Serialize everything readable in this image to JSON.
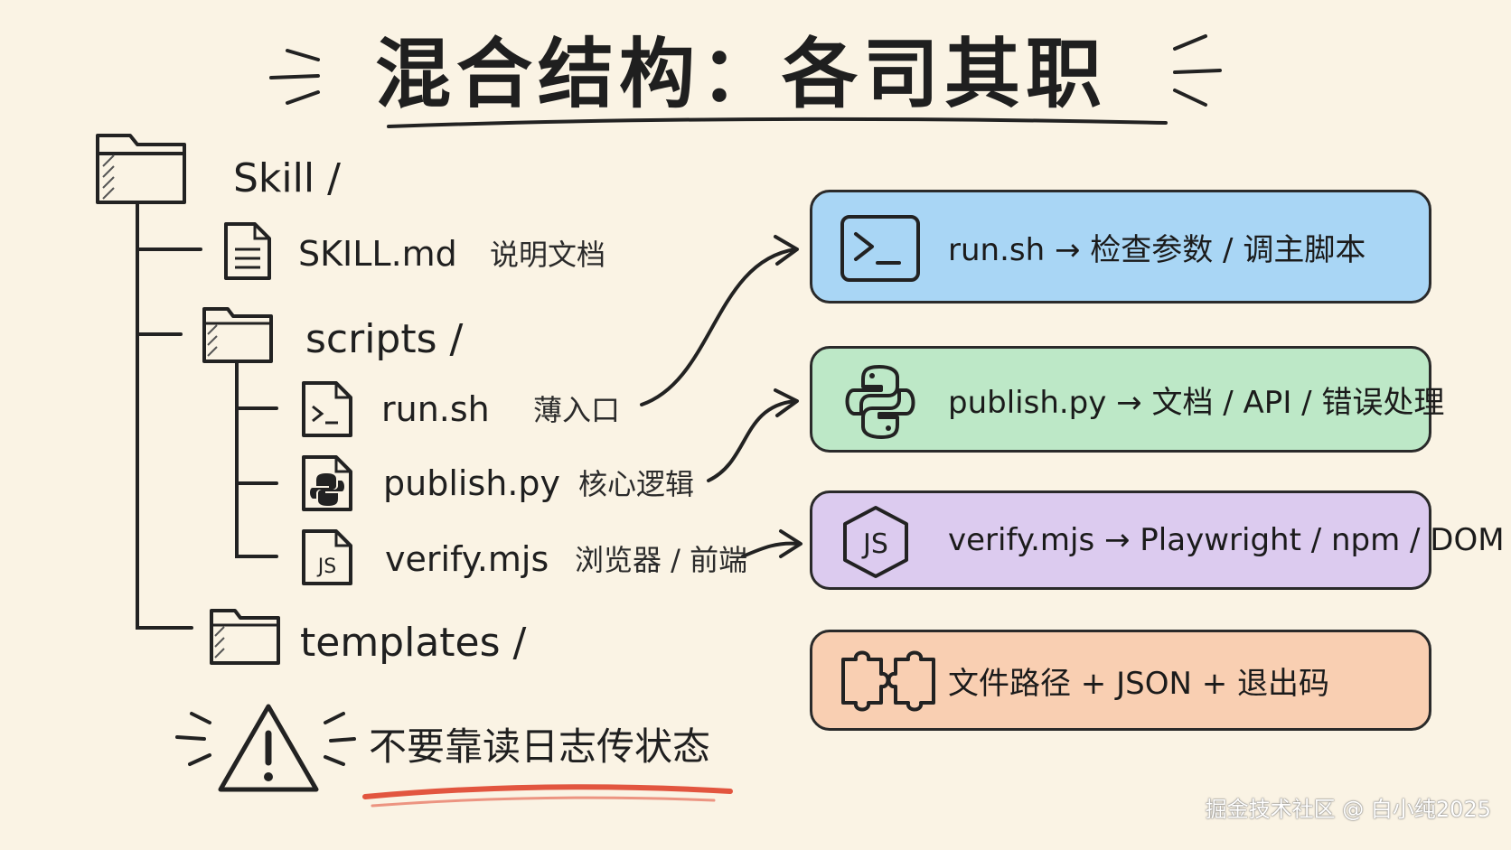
{
  "title": "混合结构：各司其职",
  "tree": {
    "root": "Skill /",
    "skill_md": {
      "name": "SKILL.md",
      "note": "说明文档"
    },
    "scripts_dir": "scripts /",
    "run_sh": {
      "name": "run.sh",
      "note": "薄入口"
    },
    "publish_py": {
      "name": "publish.py",
      "note": "核心逻辑"
    },
    "verify_mjs": {
      "name": "verify.mjs",
      "note": "浏览器 / 前端"
    },
    "templates_dir": "templates /"
  },
  "cards": {
    "run": {
      "text": "run.sh → 检查参数 / 调主脚本",
      "icon": "terminal-icon",
      "color": "#a9d6f5"
    },
    "publish": {
      "text": "publish.py → 文档 / API / 错误处理",
      "icon": "python-icon",
      "color": "#bde8c7"
    },
    "verify": {
      "text": "verify.mjs → Playwright / npm / DOM",
      "icon": "javascript-icon",
      "color": "#dccbef"
    },
    "contract": {
      "text": "文件路径 + JSON + 退出码",
      "icon": "puzzle-icon",
      "color": "#f9cfb2"
    }
  },
  "warning": {
    "text": "不要靠读日志传状态",
    "icon": "warning-icon",
    "underline_color": "#e2553f"
  },
  "watermark": "掘金技术社区 @ 白小纯2025"
}
